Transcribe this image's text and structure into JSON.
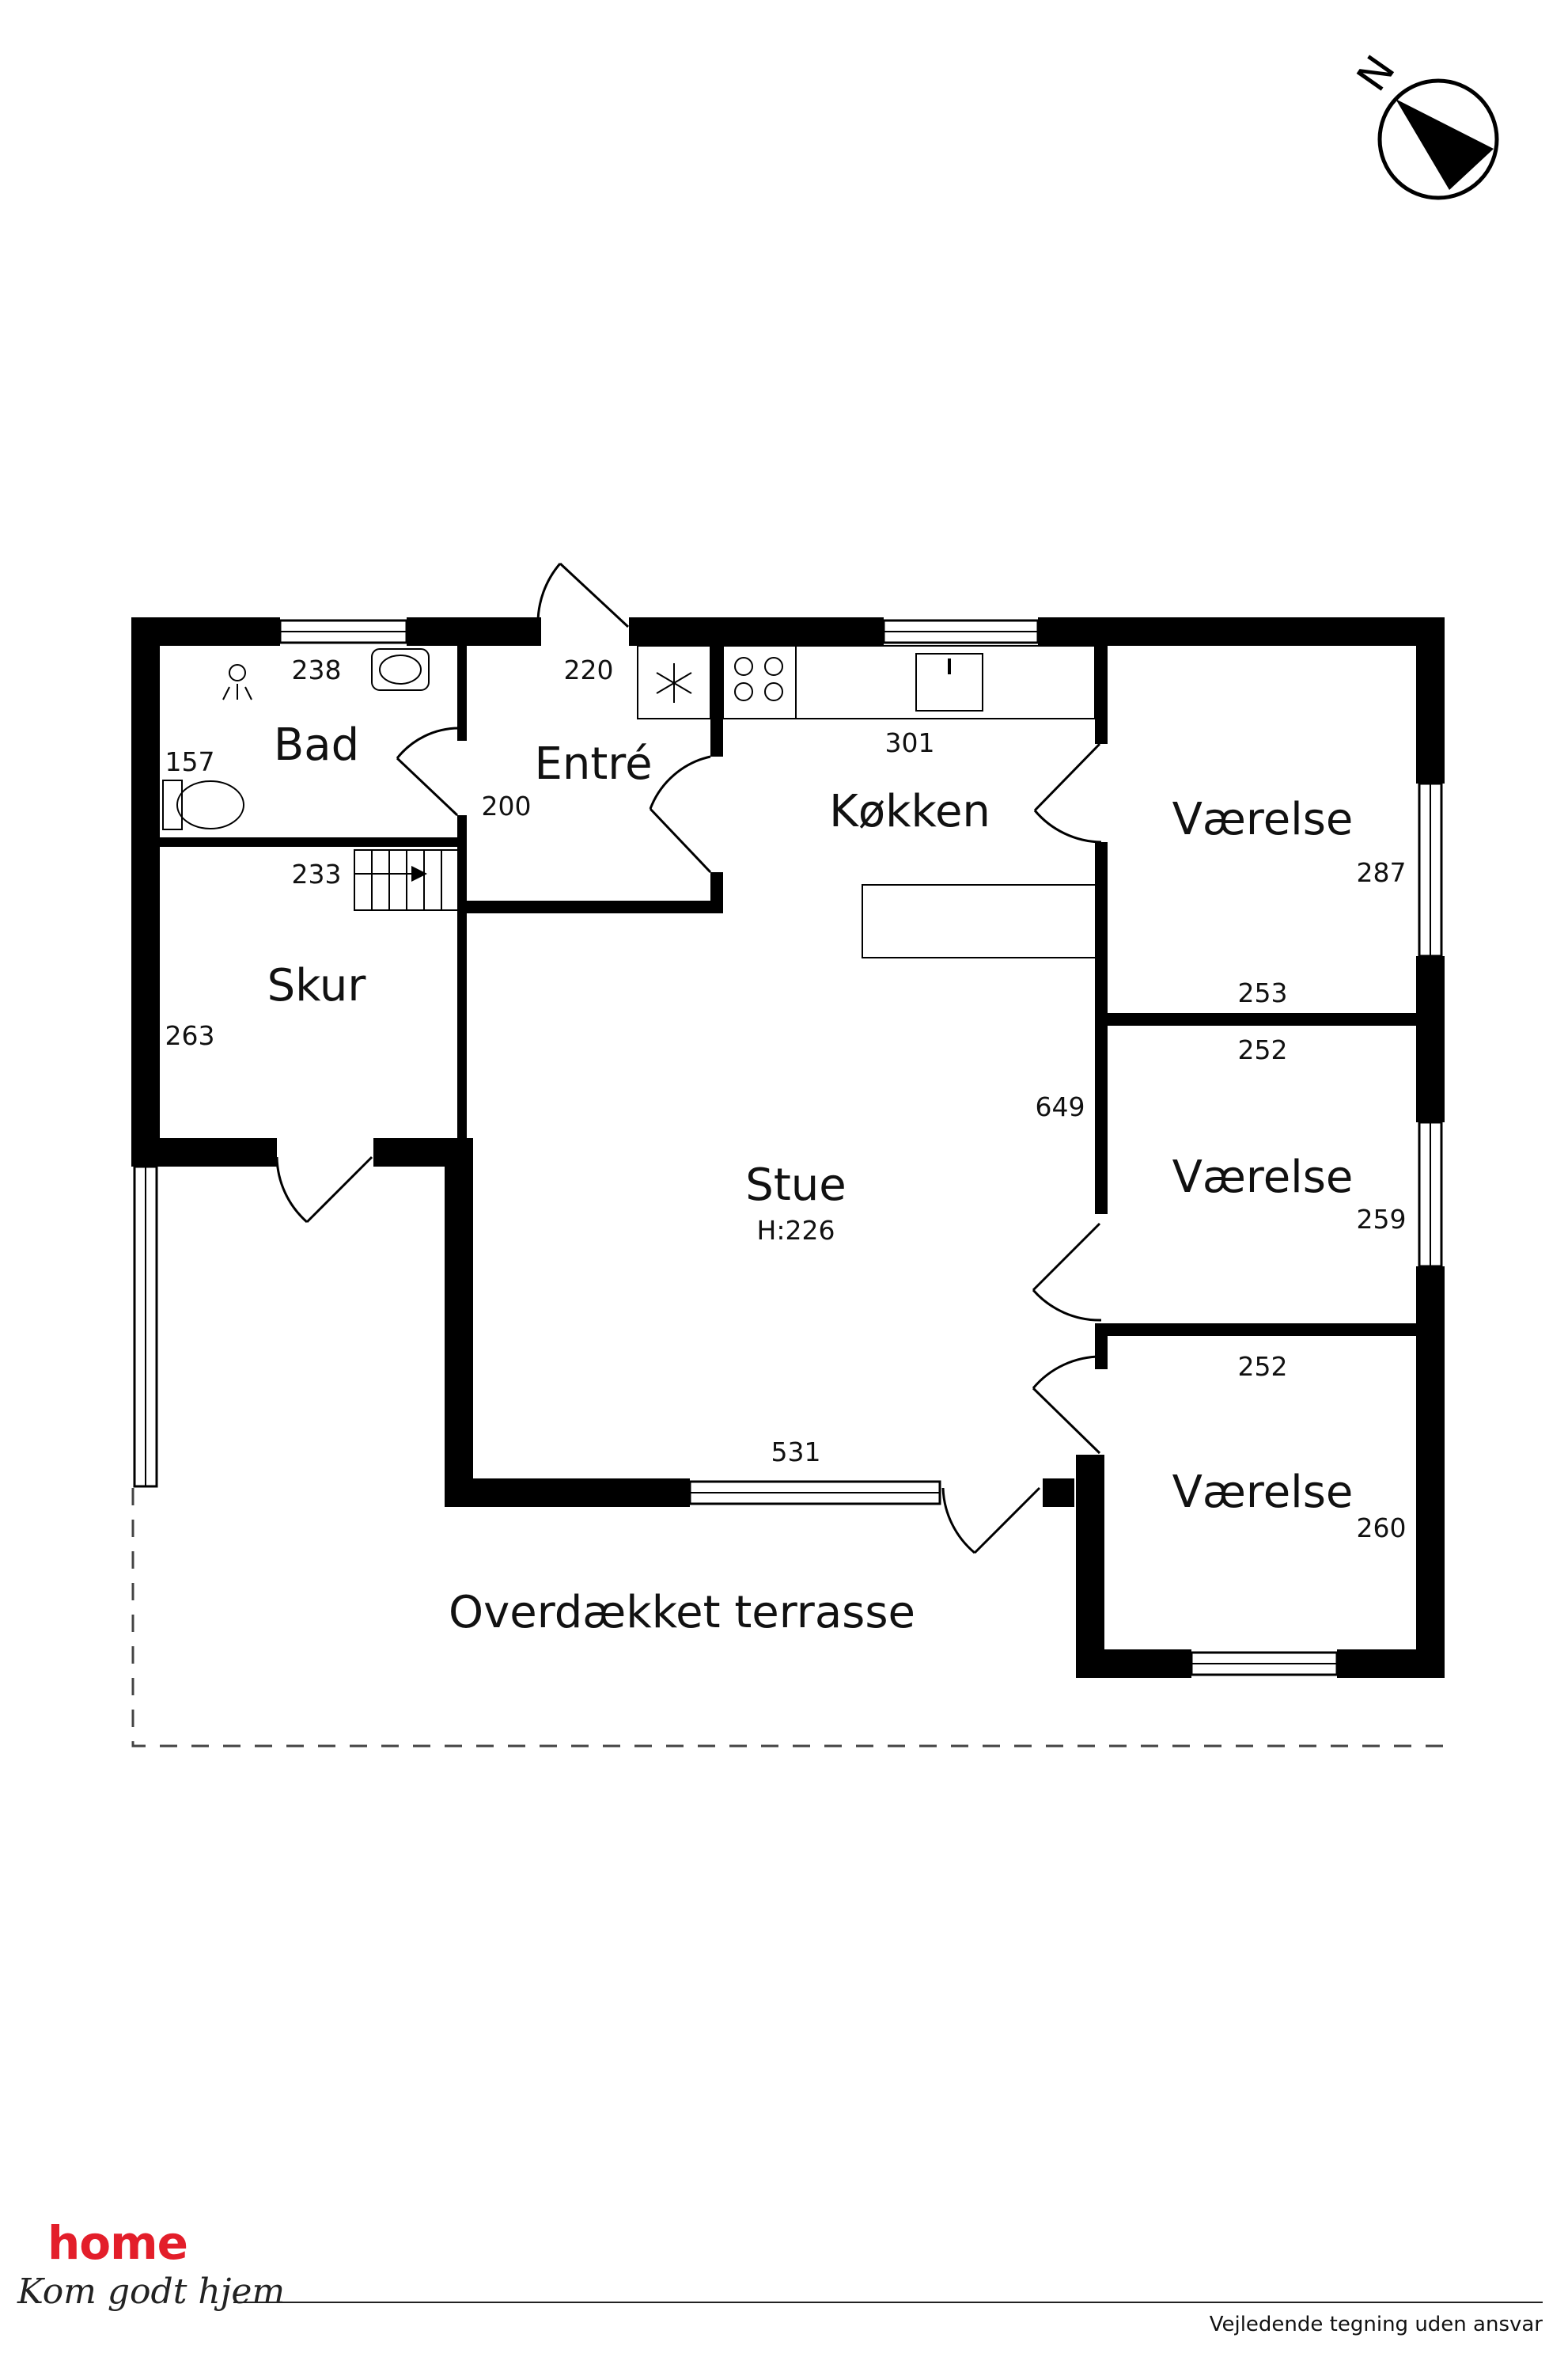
{
  "compass": {
    "north_label": "N"
  },
  "rooms": {
    "bad": {
      "name": "Bad",
      "width": "238",
      "depth": "157"
    },
    "entre": {
      "name": "Entré",
      "width": "220",
      "depth": "200"
    },
    "kokken": {
      "name": "Køkken",
      "width": "301"
    },
    "skur": {
      "name": "Skur",
      "width": "233",
      "depth": "263"
    },
    "stue": {
      "name": "Stue",
      "ceiling_height": "H:226",
      "width": "531",
      "depth": "649"
    },
    "vaerelse1": {
      "name": "Værelse",
      "width": "253",
      "depth": "287"
    },
    "vaerelse2": {
      "name": "Værelse",
      "width": "252",
      "depth": "259"
    },
    "vaerelse3": {
      "name": "Værelse",
      "width": "252",
      "depth": "260"
    },
    "terrasse": {
      "name": "Overdækket terrasse"
    }
  },
  "branding": {
    "logo": "home",
    "slogan": "Kom godt hjem"
  },
  "footer": {
    "disclaimer": "Vejledende tegning uden ansvar"
  }
}
